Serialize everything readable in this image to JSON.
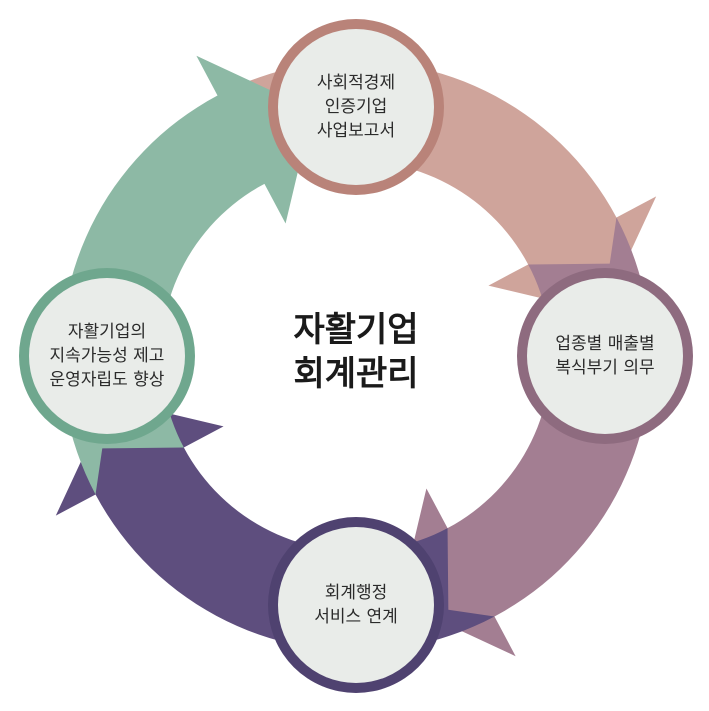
{
  "center": {
    "line1": "자활기업",
    "line2": "회계관리"
  },
  "nodes": [
    {
      "lines": [
        "사회적경제",
        "인증기업",
        "사업보고서"
      ],
      "color": "#cfa49b",
      "ring": "#b98379"
    },
    {
      "lines": [
        "업종별 매출별",
        "복식부기 의무"
      ],
      "color": "#a37e92",
      "ring": "#8e6b7f"
    },
    {
      "lines": [
        "회계행정",
        "서비스 연계"
      ],
      "color": "#5e4e7e",
      "ring": "#4f4270"
    },
    {
      "lines": [
        "자활기업의",
        "지속가능성 제고",
        "운영자립도 향상"
      ],
      "color": "#8db9a5",
      "ring": "#6fa78e"
    }
  ],
  "colors": {
    "node_fill": "#e9ece9",
    "text": "#2b2b2b"
  }
}
